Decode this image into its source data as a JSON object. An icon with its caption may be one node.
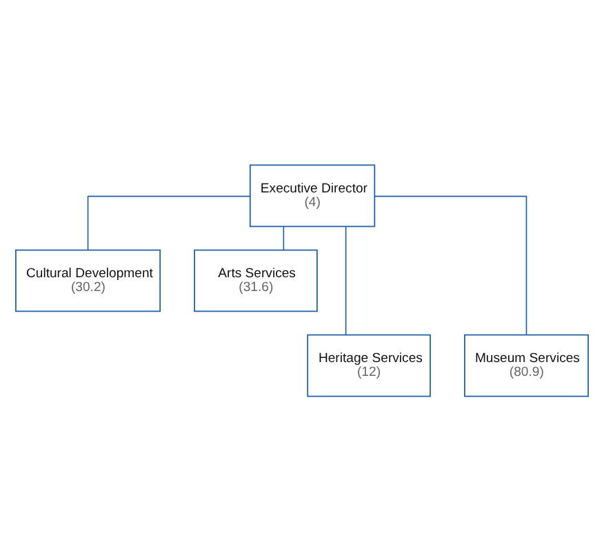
{
  "diagram": {
    "nodes": [
      {
        "text": [
          "Executive Director",
          "(4)"
        ]
      },
      {
        "text": [
          "Cultural Development",
          "(30.2)"
        ]
      },
      {
        "text": [
          "Arts Services",
          "(31.6)"
        ]
      },
      {
        "text": [
          "Heritage Services",
          "(12)"
        ]
      },
      {
        "text": [
          "Museum Services",
          "(80.9)"
        ]
      }
    ],
    "edges": [
      {
        "from": 0,
        "to": 1,
        "arrow": "none"
      },
      {
        "from": 0,
        "to": 2,
        "arrow": "none"
      },
      {
        "from": 0,
        "to": 3,
        "arrow": "none"
      },
      {
        "from": 0,
        "to": 4,
        "arrow": "none"
      }
    ]
  }
}
